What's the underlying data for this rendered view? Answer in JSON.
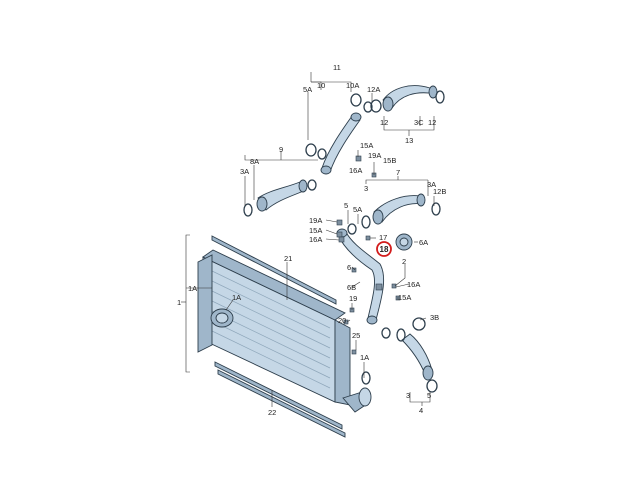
{
  "diagram": {
    "callouts": {
      "c1": "1",
      "c1A_left": "1A",
      "c1A_bottom": "1A",
      "c1A_inner": "1A",
      "c21": "21",
      "c22": "22",
      "c11": "11",
      "c10": "10",
      "c10A": "10A",
      "c5A_top": "5A",
      "c12A": "12A",
      "c12_a": "12",
      "c3C": "3C",
      "c12_b": "12",
      "c13": "13",
      "c9": "9",
      "c8A": "8A",
      "c3A_left": "3A",
      "c15A_top": "15A",
      "c19A_top": "19A",
      "c16A_top": "16A",
      "c15B": "15B",
      "c3_top": "3",
      "c7": "7",
      "c3A_right": "3A",
      "c12B": "12B",
      "c5": "5",
      "c5A_mid": "5A",
      "c19A_mid": "19A",
      "c15A_mid": "15A",
      "c16A_mid": "16A",
      "c17": "17",
      "c18": "18",
      "c6A": "6A",
      "c6": "6",
      "c6B": "6B",
      "c16A_right": "16A",
      "c2": "2",
      "c15A_right": "15A",
      "c19": "19",
      "c20": "20",
      "c3B": "3B",
      "c25": "25",
      "c3_bottom": "3",
      "c5_bottom": "5",
      "c4": "4"
    },
    "colors": {
      "part_fill": "#c5d7e6",
      "part_outline": "#2d3e4c",
      "highlight": "#d21c1c"
    }
  }
}
